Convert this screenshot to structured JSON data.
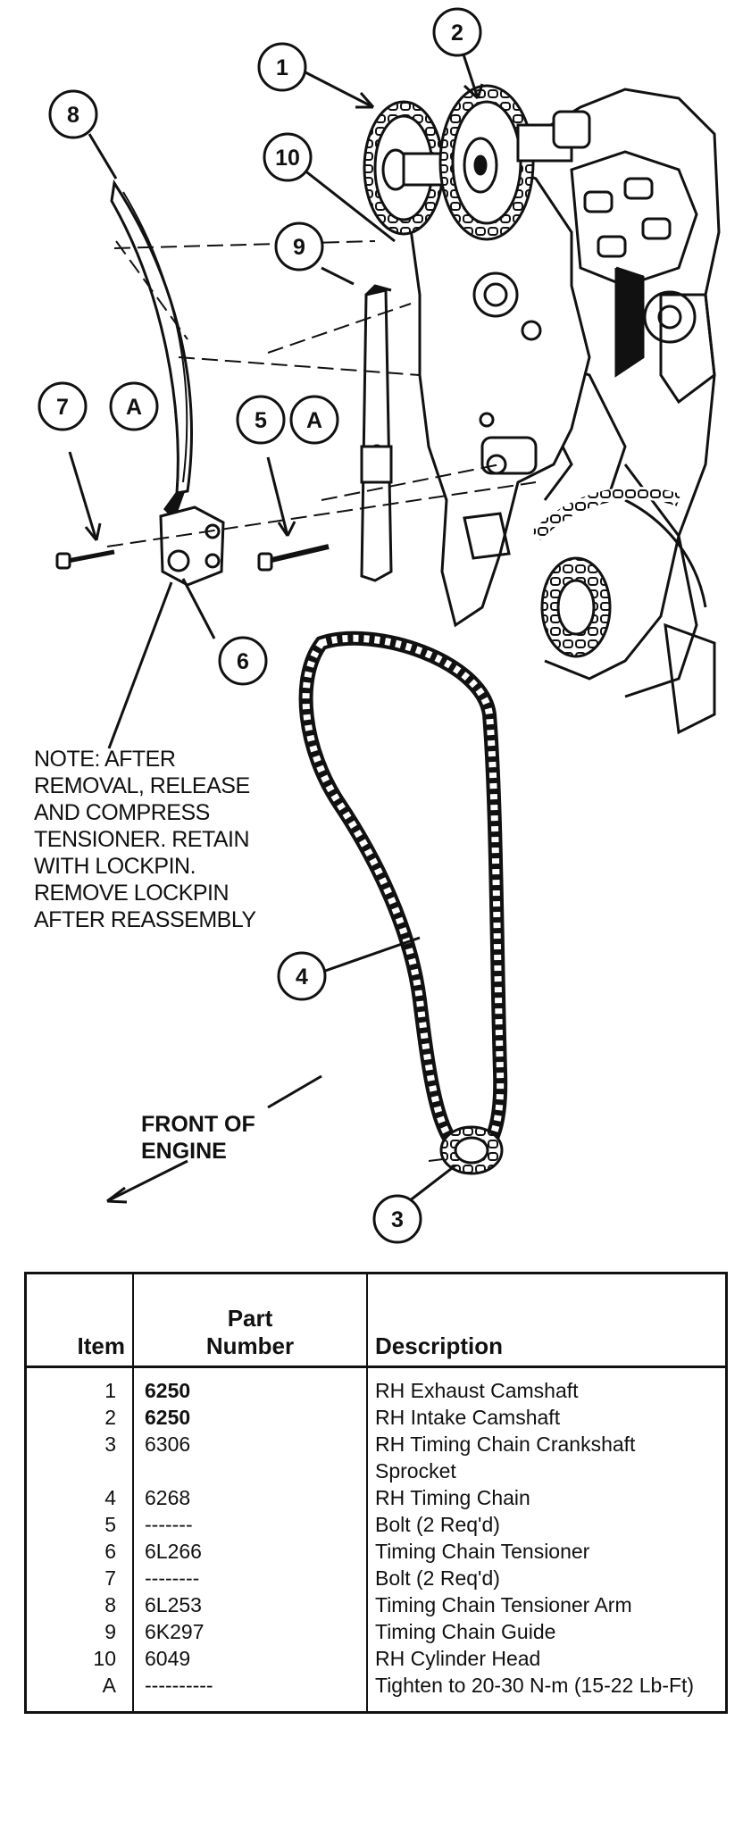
{
  "callouts": [
    "1",
    "2",
    "3",
    "4",
    "5",
    "6",
    "7",
    "8",
    "9",
    "10",
    "A",
    "A"
  ],
  "note_lines": [
    "NOTE: AFTER",
    "REMOVAL, RELEASE",
    "AND COMPRESS",
    "TENSIONER. RETAIN",
    "WITH LOCKPIN.",
    "REMOVE LOCKPIN",
    "AFTER REASSEMBLY"
  ],
  "front_label": [
    "FRONT OF",
    "ENGINE"
  ],
  "table": {
    "headers": {
      "item": "Item",
      "part_line1": "Part",
      "part_line2": "Number",
      "description": "Description"
    },
    "rows": [
      {
        "item": "1",
        "part": "6250",
        "description": "RH Exhaust Camshaft"
      },
      {
        "item": "2",
        "part": "6250",
        "description": "RH Intake Camshaft"
      },
      {
        "item": "3",
        "part": "6306",
        "description": "RH Timing Chain Crankshaft Sprocket"
      },
      {
        "item": "4",
        "part": "6268",
        "description": "RH Timing Chain"
      },
      {
        "item": "5",
        "part": "-------",
        "description": "Bolt (2 Req'd)"
      },
      {
        "item": "6",
        "part": "6L266",
        "description": "Timing Chain Tensioner"
      },
      {
        "item": "7",
        "part": "--------",
        "description": "Bolt (2 Req'd)"
      },
      {
        "item": "8",
        "part": "6L253",
        "description": "Timing Chain Tensioner Arm"
      },
      {
        "item": "9",
        "part": "6K297",
        "description": "Timing Chain Guide"
      },
      {
        "item": "10",
        "part": "6049",
        "description": "RH Cylinder Head"
      },
      {
        "item": "A",
        "part": "----------",
        "description": "Tighten to 20-30 N-m (15-22 Lb-Ft)"
      }
    ]
  }
}
